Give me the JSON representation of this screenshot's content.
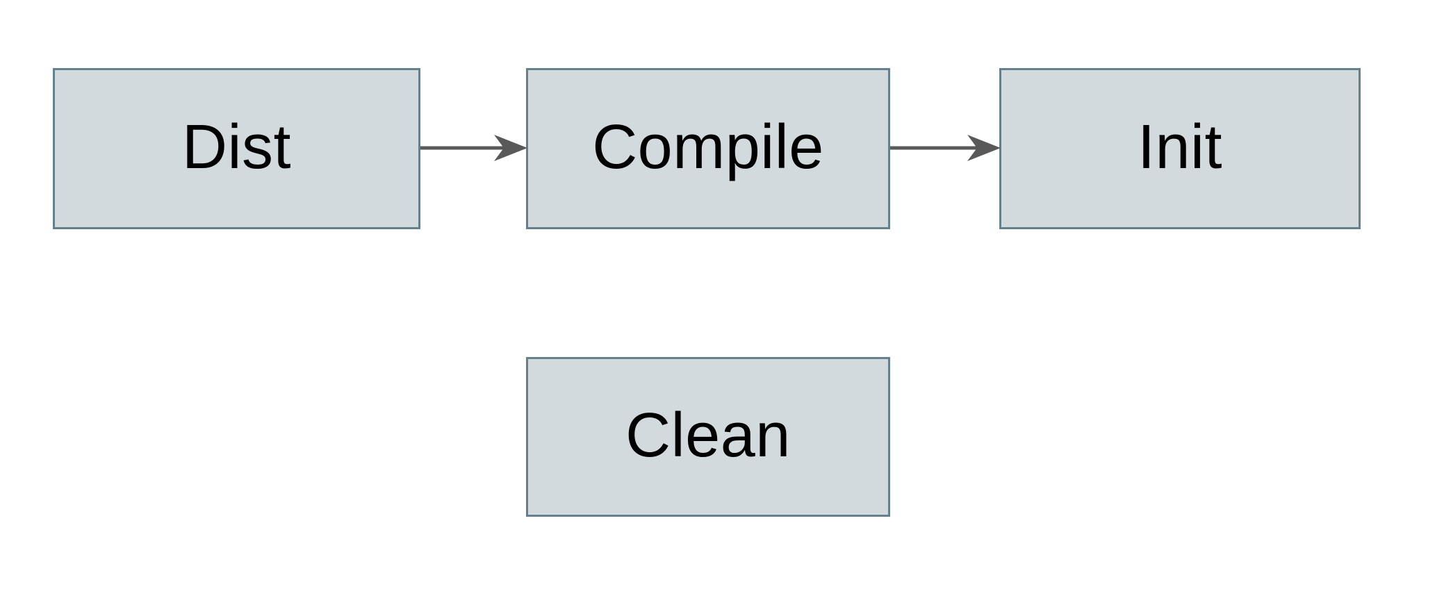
{
  "diagram": {
    "type": "flowchart",
    "background_color": "#ffffff",
    "node_fill_color": "#d3dadd",
    "node_border_color": "#65808d",
    "arrow_color": "#595959",
    "text_color": "#000000",
    "nodes": [
      {
        "id": "dist",
        "label": "Dist"
      },
      {
        "id": "compile",
        "label": "Compile"
      },
      {
        "id": "init",
        "label": "Init"
      },
      {
        "id": "clean",
        "label": "Clean"
      }
    ],
    "edges": [
      {
        "from": "dist",
        "to": "compile",
        "style": "arrow-right"
      },
      {
        "from": "compile",
        "to": "init",
        "style": "arrow-right"
      }
    ]
  }
}
